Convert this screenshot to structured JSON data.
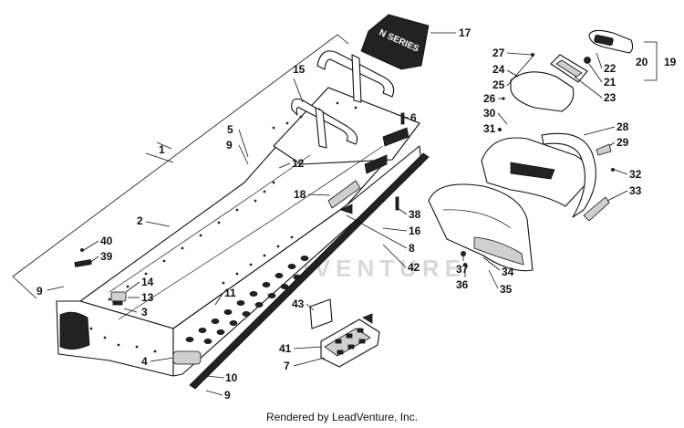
{
  "callouts": [
    "1",
    "2",
    "3",
    "4",
    "5",
    "6",
    "7",
    "8",
    "9",
    "10",
    "11",
    "12",
    "13",
    "14",
    "15",
    "16",
    "17",
    "18",
    "19",
    "20",
    "21",
    "22",
    "23",
    "24",
    "25",
    "26",
    "27",
    "28",
    "29",
    "30",
    "31",
    "32",
    "33",
    "34",
    "35",
    "36",
    "37",
    "38",
    "39",
    "40",
    "41",
    "42",
    "43"
  ],
  "decal_text": "N SERIES",
  "watermark": "LEADVENTURE",
  "footer": "Rendered by LeadVenture, Inc."
}
